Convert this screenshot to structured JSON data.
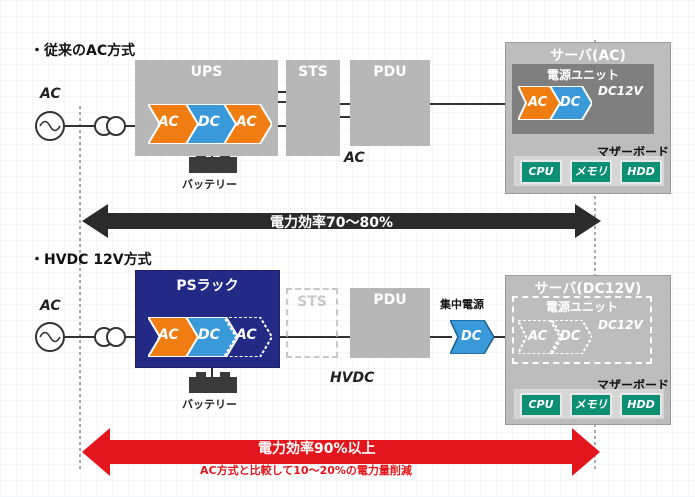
{
  "section1": {
    "title": "・従来のAC方式",
    "ac_label": "AC",
    "ups_label": "UPS",
    "sts_label": "STS",
    "pdu_label": "PDU",
    "chain": [
      "AC",
      "DC",
      "AC"
    ],
    "battery_label": "バッテリー",
    "ac_under_pdu": "AC",
    "server_title": "サーバ(AC)",
    "psu_title": "電源ユニット",
    "psu_chain": [
      "AC",
      "DC"
    ],
    "dc12v": "DC12V",
    "motherboard": "マザーボード",
    "chips": [
      "CPU",
      "メモリ",
      "HDD"
    ],
    "efficiency": "電力効率70～80%"
  },
  "section2": {
    "title": "・HVDC 12V方式",
    "ac_label": "AC",
    "ps_rack_label": "PSラック",
    "sts_label": "STS",
    "pdu_label": "PDU",
    "chain": [
      "AC",
      "DC",
      "AC"
    ],
    "battery_label": "バッテリー",
    "central_power_label": "集中電源",
    "central_dc": "DC",
    "hvdc_label": "HVDC",
    "server_title": "サーバ(DC12V)",
    "psu_title": "電源ユニット",
    "psu_chain": [
      "AC",
      "DC"
    ],
    "dc12v": "DC12V",
    "motherboard": "マザーボード",
    "chips": [
      "CPU",
      "メモリ",
      "HDD"
    ],
    "efficiency": "電力効率90%以上",
    "efficiency_sub": "AC方式と比較して10～20%の電力量削減"
  },
  "colors": {
    "orange": "#ef7d12",
    "blue": "#3a9ad9",
    "navy": "#232a86",
    "chip_green": "#0c8f73",
    "arrow_black": "#2b2b2b",
    "arrow_red": "#e2161c",
    "gray_box": "#b7b7b7"
  }
}
